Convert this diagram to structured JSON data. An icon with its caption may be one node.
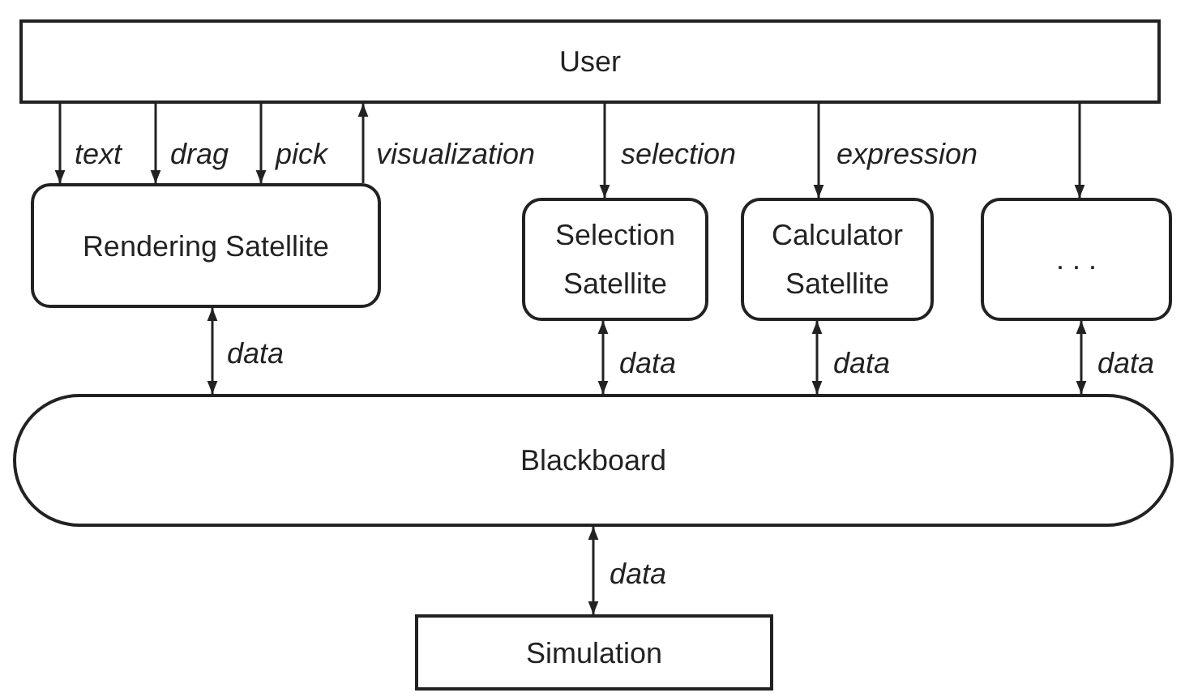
{
  "diagram": {
    "nodes": [
      {
        "text": [
          "User"
        ]
      },
      {
        "text": [
          "Rendering Satellite"
        ]
      },
      {
        "text": [
          "Selection Satellite"
        ]
      },
      {
        "text": [
          "Calculator Satellite"
        ]
      },
      {
        "text": [
          ". . ."
        ]
      },
      {
        "text": [
          "Blackboard"
        ]
      },
      {
        "text": [
          "Simulation"
        ]
      }
    ],
    "edges": [
      {
        "from": 0,
        "to": 1,
        "arrow": "to",
        "label": "text"
      },
      {
        "from": 0,
        "to": 1,
        "arrow": "to",
        "label": "drag"
      },
      {
        "from": 0,
        "to": 1,
        "arrow": "to",
        "label": "pick"
      },
      {
        "from": 1,
        "to": 0,
        "arrow": "to",
        "label": "visualization"
      },
      {
        "from": 0,
        "to": 2,
        "arrow": "to",
        "label": "selection"
      },
      {
        "from": 0,
        "to": 3,
        "arrow": "to",
        "label": "expression"
      },
      {
        "from": 0,
        "to": 4,
        "arrow": "to"
      },
      {
        "from": 1,
        "to": 5,
        "arrow": "both",
        "label": "data"
      },
      {
        "from": 2,
        "to": 5,
        "arrow": "both",
        "label": "data"
      },
      {
        "from": 3,
        "to": 5,
        "arrow": "both",
        "label": "data"
      },
      {
        "from": 4,
        "to": 5,
        "arrow": "both",
        "label": "data"
      },
      {
        "from": 5,
        "to": 6,
        "arrow": "both",
        "label": "data"
      }
    ]
  }
}
